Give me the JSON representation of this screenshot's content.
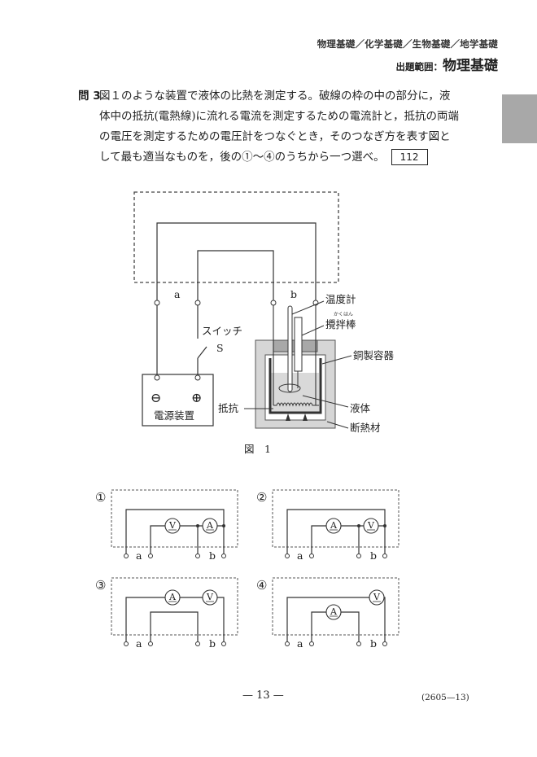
{
  "header": {
    "subjects": "物理基礎／化学基礎／生物基礎／地学基礎",
    "range_label": "出題範囲：",
    "range_value": "物理基礎"
  },
  "question": {
    "number": "問 3",
    "text": "図１のような装置で液体の比熱を測定する。破線の枠の中の部分に，液体中の抵抗(電熱線)に流れる電流を測定するための電流計と，抵抗の両端の電圧を測定するための電圧計をつなぐとき，そのつなぎ方を表す図として最も適当なものを，後の①～④のうちから一つ選べ。",
    "answer_box": "112"
  },
  "figure1": {
    "caption": "図　1",
    "terminal_a": "a",
    "terminal_b": "b",
    "switch_label": "スイッチ",
    "switch_symbol": "S",
    "power_supply": "電源装置",
    "minus": "⊖",
    "plus": "⊕",
    "thermometer": "温度計",
    "stirrer": "攪拌棒",
    "stirrer_ruby": "かくはん",
    "copper_vessel": "銅製容器",
    "resistor": "抵抗",
    "liquid": "液体",
    "insulator": "断熱材"
  },
  "options": [
    {
      "label": "①",
      "a": "a",
      "b": "b",
      "m1": "V",
      "m2": "A"
    },
    {
      "label": "②",
      "a": "a",
      "b": "b",
      "m1": "A",
      "m2": "V"
    },
    {
      "label": "③",
      "a": "a",
      "b": "b",
      "m1": "A",
      "m2": "V"
    },
    {
      "label": "④",
      "a": "a",
      "b": "b",
      "m1": "A",
      "m2": "V"
    }
  ],
  "footer": {
    "page": "— 13 —",
    "code": "(2605—13)"
  }
}
